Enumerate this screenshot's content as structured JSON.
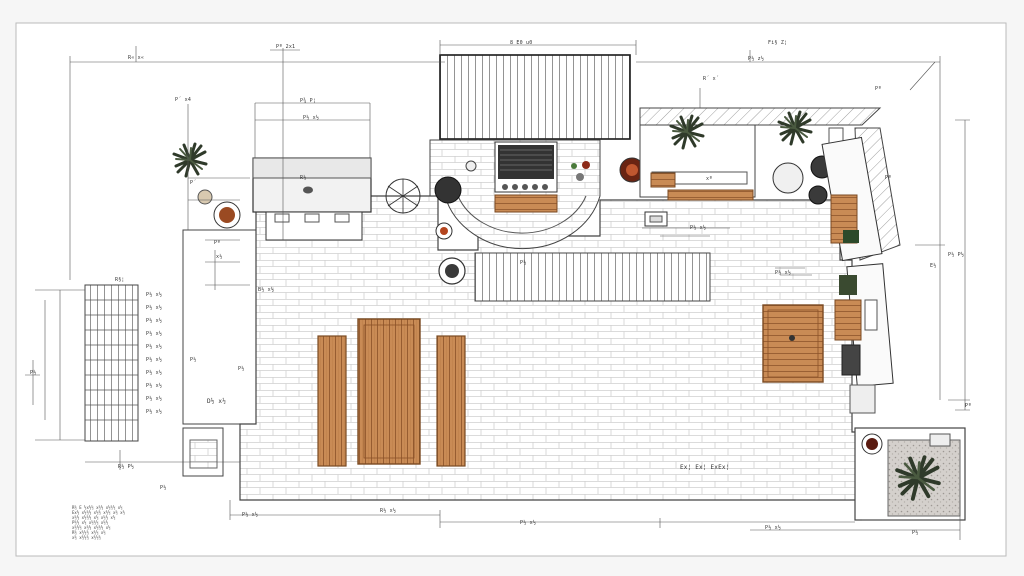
{
  "drawing": {
    "colors": {
      "paper": "#f6f6f6",
      "sheet": "#ffffff",
      "line": "#333333",
      "wood": "#c98b55",
      "wood_dark": "#9a5e30",
      "plant": "#2f3a2a",
      "tile": "#cfcfcf"
    },
    "dimension_labels": {
      "top_overall": "8 E0 u0",
      "top_left_a": "R« x«",
      "top_left_b": "Pº 2x1",
      "left_outer": "P´ x4",
      "grill_width": "P¾ P¦",
      "grill_depth": "P½ x½",
      "top_right_a": "Fi§ Z¦",
      "top_right_b": "P½ z½",
      "plant_tag": "R´ x´",
      "step_a": "P´",
      "step_b": "Pº",
      "step_c": "x½",
      "stair_label": "R§¦",
      "counter_tag": "B½ x½",
      "bar_tag": "P½",
      "side_tag": "xº",
      "right_a": "Pº",
      "right_b": "P½ P½",
      "right_c": "E½",
      "bottom_a": "R½ x½",
      "bottom_b": "P½ x½",
      "bottom_c": "P½ x½",
      "bottom_right": "P½ x½",
      "bottom_right_b": "P½",
      "left_bottom": "R½ P½",
      "left_bottom_b": "P½",
      "entry_label": "D½ x½",
      "room_label": "Ex¦ Ex¦ ExEx¦",
      "tag_mid": "R½",
      "tag_center": "P½ x½",
      "stair_rows": [
        "P½ x½",
        "P½ x½",
        "P½ x½",
        "P½ x½",
        "P½ x½",
        "P½ x½",
        "P½ x½",
        "P½ x½",
        "P½ x½",
        "P½ x½"
      ]
    },
    "notes": [
      "R½ E ½x½½ x½½ x½½½ x½",
      "Ex½ x½½½ x½½ x½½ x½ x½",
      "x½½ x½½½ x½ x½½ x½",
      "P½½ x½ x½½½ x½½",
      "x½½½ x½½ x½½½ x½",
      "R½ x½½½ x½½ x½",
      "x½ x½½½ x½½½"
    ]
  }
}
